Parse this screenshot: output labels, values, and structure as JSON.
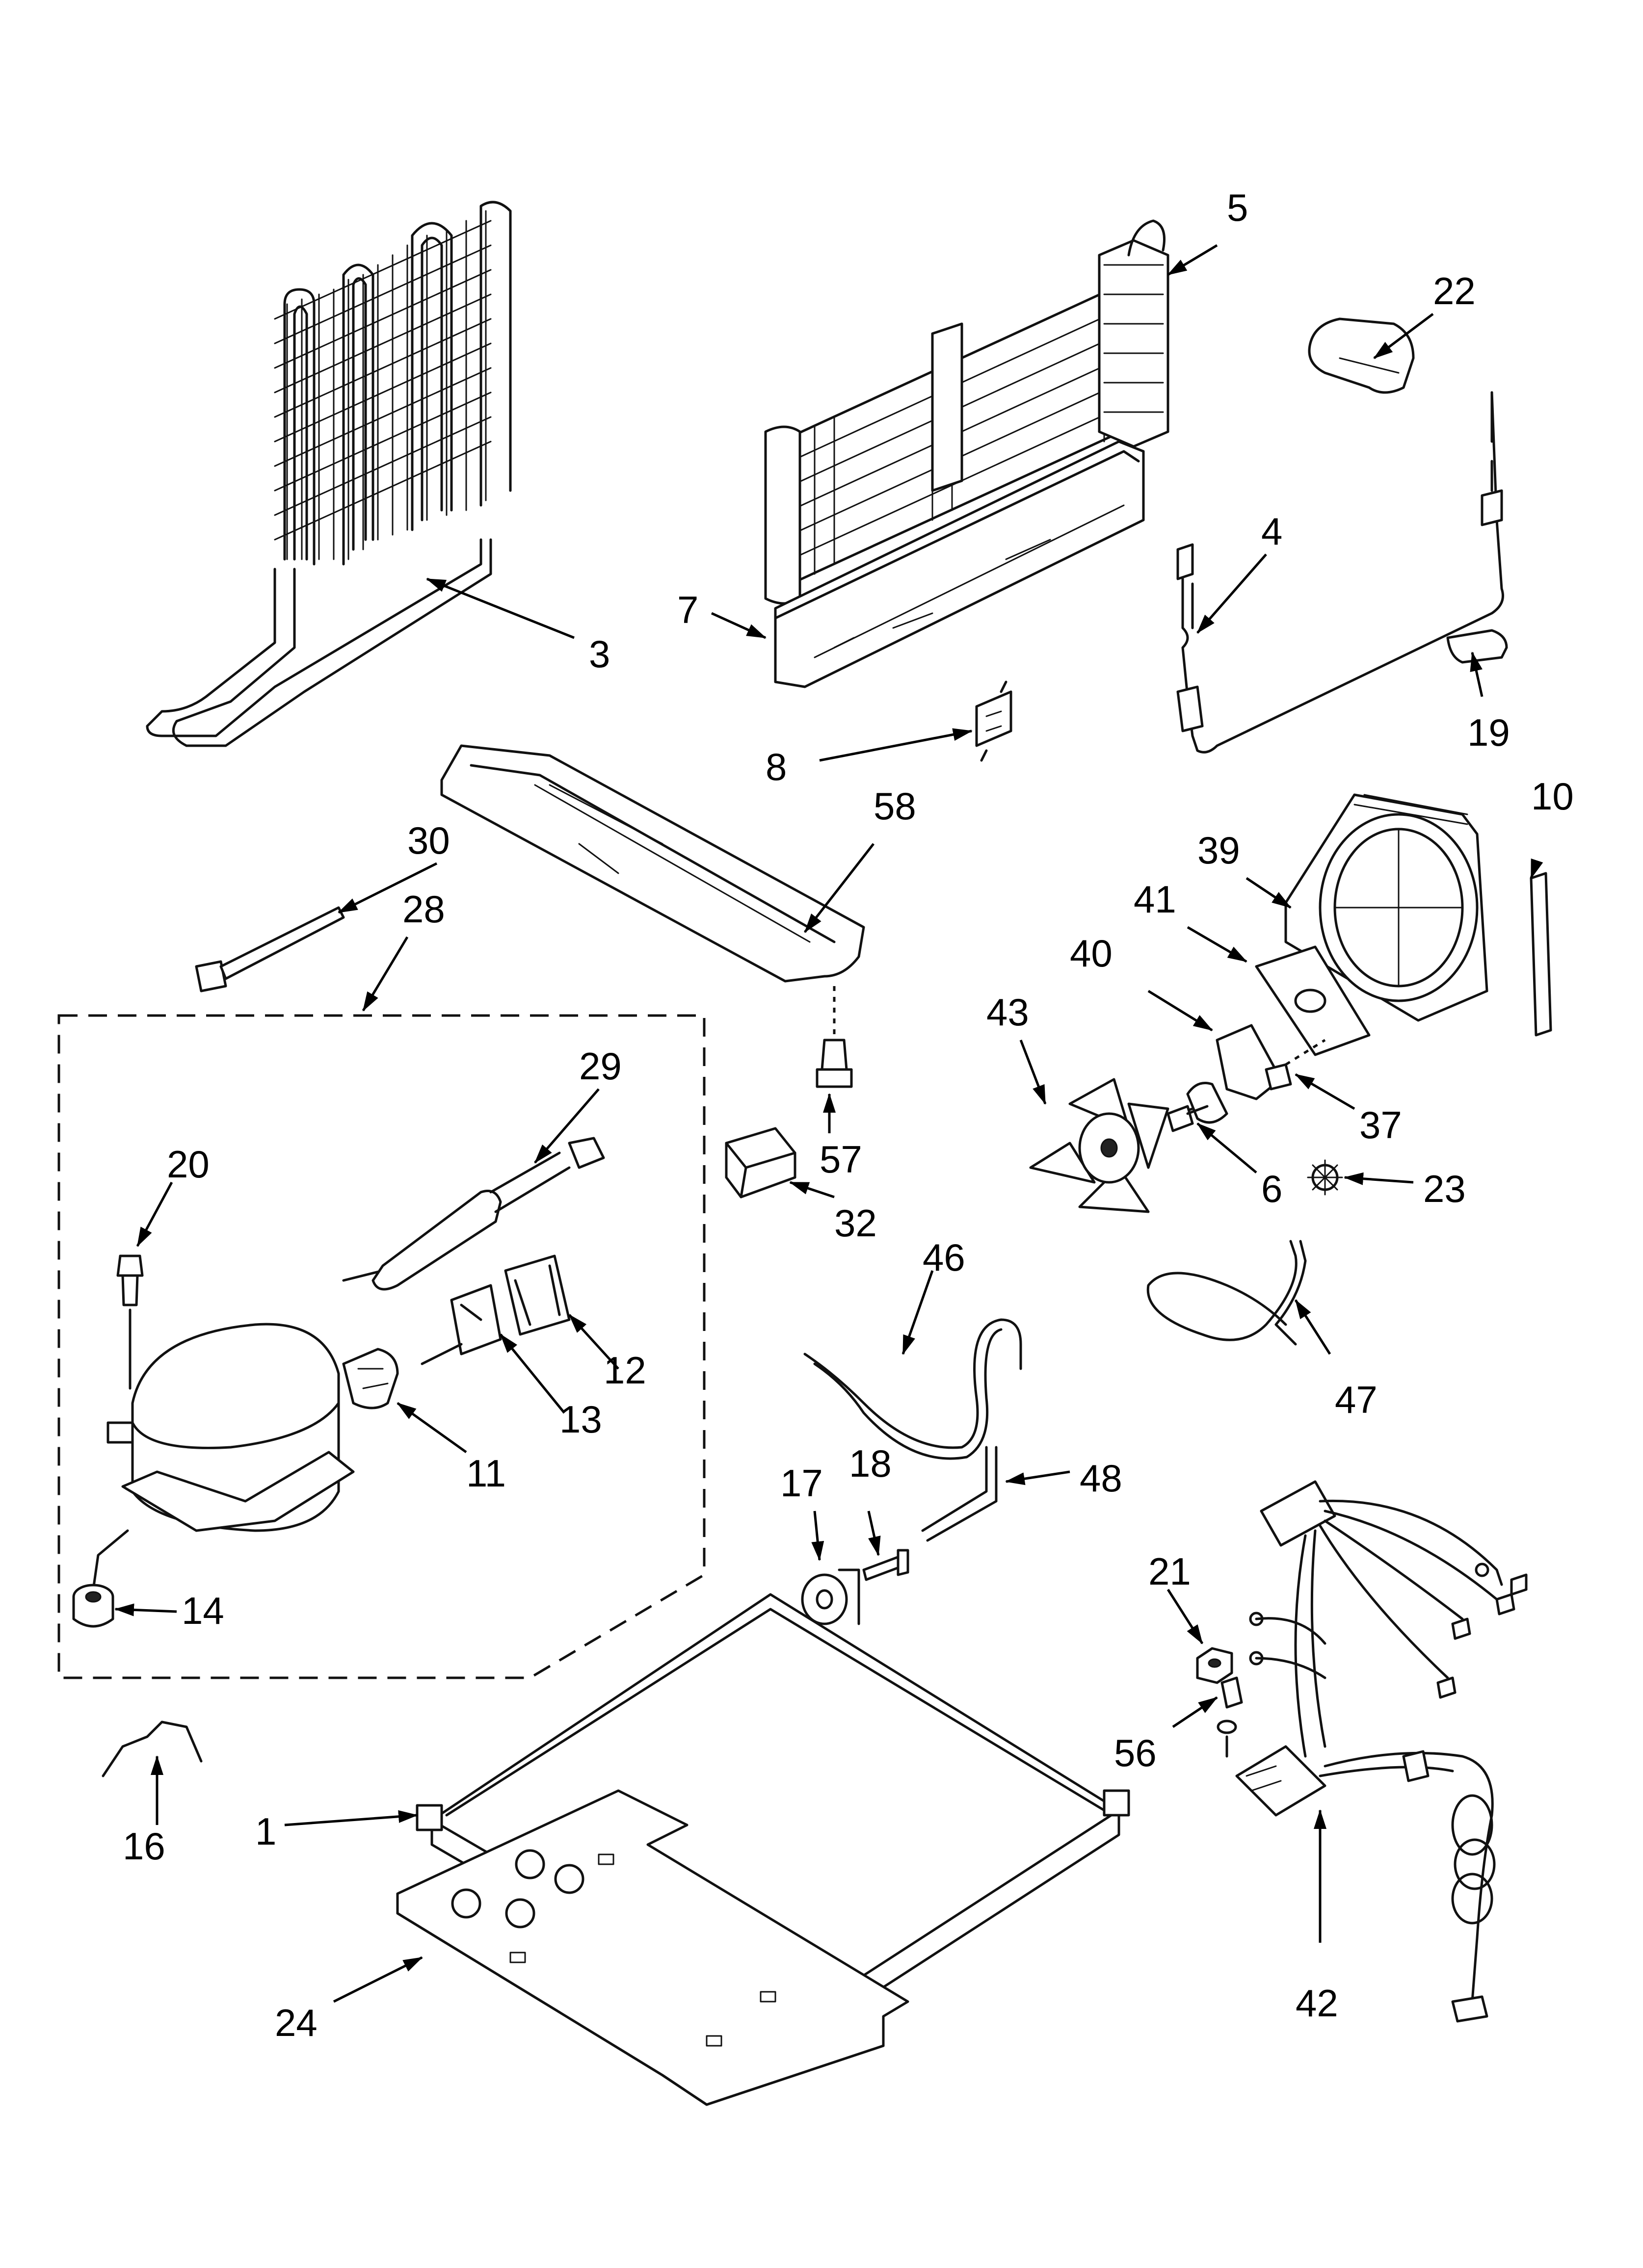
{
  "diagram": {
    "type": "exploded parts diagram",
    "callouts": {
      "c1": "1",
      "c3": "3",
      "c4": "4",
      "c5": "5",
      "c6": "6",
      "c7": "7",
      "c8": "8",
      "c10": "10",
      "c11": "11",
      "c12": "12",
      "c13": "13",
      "c14": "14",
      "c16": "16",
      "c17": "17",
      "c18": "18",
      "c19": "19",
      "c20": "20",
      "c21": "21",
      "c22": "22",
      "c23": "23",
      "c24": "24",
      "c28": "28",
      "c29": "29",
      "c30": "30",
      "c32": "32",
      "c37": "37",
      "c39": "39",
      "c40": "40",
      "c41": "41",
      "c42": "42",
      "c43": "43",
      "c46": "46",
      "c47": "47",
      "c48": "48",
      "c56": "56",
      "c57": "57",
      "c58": "58"
    }
  }
}
